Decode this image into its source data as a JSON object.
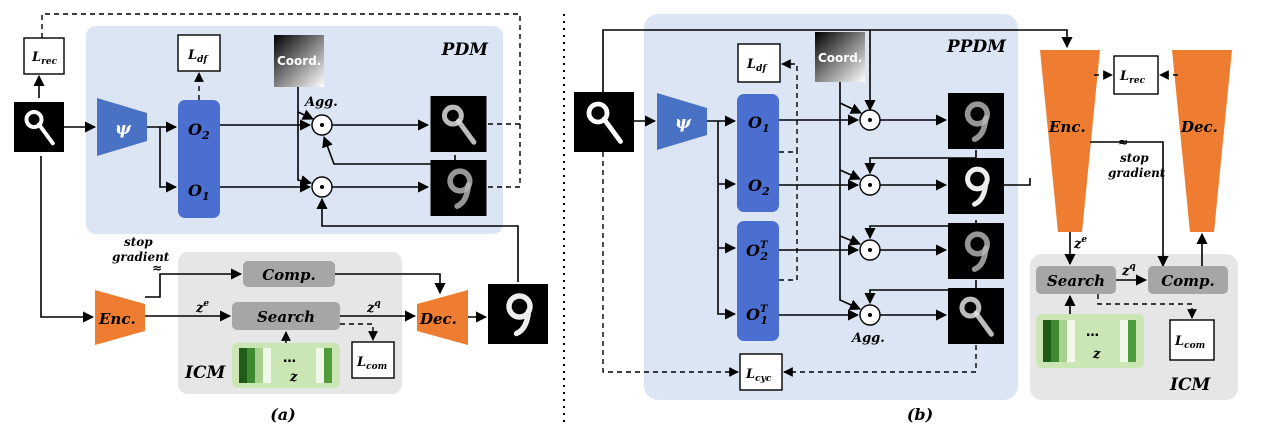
{
  "panel_a": {
    "caption": "(a)",
    "pdm_title": "PDM",
    "icm_title": "ICM",
    "coord_label": "Coord.",
    "agg_label": "Agg.",
    "psi_label": "ψ",
    "o2_label": "O",
    "o2_sub": "2",
    "o1_label": "O",
    "o1_sub": "1",
    "lrec_main": "L",
    "lrec_sub": "rec",
    "ldf_main": "L",
    "ldf_sub": "df",
    "lcom_main": "L",
    "lcom_sub": "com",
    "enc_label": "Enc.",
    "dec_label": "Dec.",
    "search_label": "Search",
    "comp_label": "Comp.",
    "ze_main": "z",
    "ze_sup": "e",
    "zq_main": "z",
    "zq_sup": "q",
    "codebook_dots": "…",
    "codebook_z": "z",
    "stop_gradient_1": "stop",
    "stop_gradient_2": "gradient"
  },
  "panel_b": {
    "caption": "(b)",
    "ppdm_title": "PPDM",
    "icm_title": "ICM",
    "coord_label": "Coord.",
    "agg_label": "Agg.",
    "psi_label": "ψ",
    "o1_label": "O",
    "o1_sub": "1",
    "o2_label": "O",
    "o2_sub": "2",
    "o2t_label": "O",
    "o2t_sub": "2",
    "o2t_sup": "T",
    "o1t_label": "O",
    "o1t_sub": "1",
    "o1t_sup": "T",
    "ldf_main": "L",
    "ldf_sub": "df",
    "lrec_main": "L",
    "lrec_sub": "rec",
    "lcyc_main": "L",
    "lcyc_sub": "cyc",
    "lcom_main": "L",
    "lcom_sub": "com",
    "enc_label": "Enc.",
    "dec_label": "Dec.",
    "search_label": "Search",
    "comp_label": "Comp.",
    "ze_main": "z",
    "ze_sup": "e",
    "zq_main": "z",
    "zq_sup": "q",
    "codebook_dots": "…",
    "codebook_z": "z",
    "stop_gradient_1": "stop",
    "stop_gradient_2": "gradient"
  },
  "colors": {
    "module_bg": "#dce5f3",
    "icm_bg": "#e6e6e6",
    "psi_blue": "#4a72c4",
    "feature_blue": "#4a6fd0",
    "enc_orange": "#ee7d31",
    "gray_box": "#a6a6a6",
    "codebook_green": "#c9e6b4"
  }
}
